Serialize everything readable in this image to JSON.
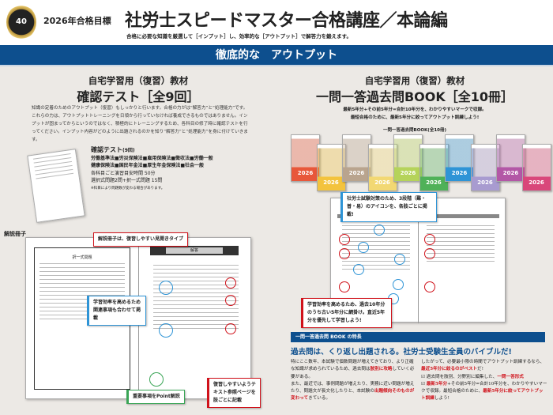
{
  "header": {
    "badge": "40",
    "target": "2026年合格目標",
    "title": "社労士スピードマスター合格講座／本論編",
    "subtitle": "合格に必要な知識を厳選して［インプット］し、効率的な［アウトプット］で解答力を鍛えます。"
  },
  "banner": "徹底的な　アウトプット",
  "left": {
    "kicker": "自宅学習用（復習）教材",
    "title": "確認テスト［全9回］",
    "description": "知識の定着のためのアウトプット（復習）もしっかりと行います。合格の力がは“解答力”と“処理能力”です。これらの力は、アウトプットトレーニングを日頃から行っていなければ養成できるものではありません。インプットが固まってからというのではなく、積極的にトレーニングするため、各科目の修了時に確認テストを行ってください。インプット内容がどのように出題されるのかを知り“解答力”と“処理能力”を身に付けていきます。",
    "details": {
      "heading": "確認テスト",
      "count": "(9回)",
      "lines": [
        "労働基準法■労災保険法■雇用保険法■徴収法■労働一般",
        "健康保険法■国民年金法■厚生年金保険法■社会一般",
        "各科目ごと演習目安時間 50分",
        "選択式問題2問+択一式問題 15問"
      ],
      "note": "※科目により問題数が変わる場合があります。"
    },
    "booklet_label": "解説冊子",
    "callouts": [
      "解説冊子は、復習しやすい見開きタイプ",
      "学習効率を高めるため関連事項も合わせて掲載",
      "重要事項をPoint解説",
      "復習しやすいようテキスト参照ページを肢ごとに記載"
    ],
    "page_header": "択一式問題",
    "page_header_right": "解答"
  },
  "right": {
    "kicker": "自宅学習用（復習）教材",
    "title": "一問一答過去問BOOK［全10冊］",
    "lines": [
      "最新5年分+その前5年分=合計10年分を、わかりやすいマークで収録。",
      "最短合格のために、最新5年分に絞ってアウトプット訓練しよう!"
    ],
    "books_caption": "一問一答過去問BOOK(全10冊)",
    "books": [
      {
        "color": "#e8573a"
      },
      {
        "color": "#f3c33d"
      },
      {
        "color": "#b9a48e"
      },
      {
        "color": "#f2d873"
      },
      {
        "color": "#b5d35a"
      },
      {
        "color": "#4fb158"
      },
      {
        "color": "#2e94d6"
      },
      {
        "color": "#a89bd0"
      },
      {
        "color": "#b357a6"
      },
      {
        "color": "#d9477a"
      }
    ],
    "book_year": "2026",
    "callouts": [
      "社労士試験対策のため、3段階（難・普・易）のアイコンを、各肢ごとに掲載!",
      "学習効率を高めるため、過去10年分のうち古い5年分に網掛け。直近5年分を優先して学習しよう!"
    ],
    "features": {
      "bar": "一問一答過去問 BOOK の特長",
      "headline": "過去問は、くり返し出題される。社労士受験生全員のバイブルだ!",
      "col1": [
        "特にここ数年、本試験で個数問題が増えてきており、より正確な知識が求められているため、過去問は",
        "肢別に攻略",
        "していく必要がある。",
        "また、最近では、事例問題が増えたり、実務に近い問題が増えたり、問題文が長文化したりと、本試験の",
        "出題傾向そのものが変わって",
        "きている。"
      ],
      "col2": [
        "したがって、必要最小限の時間でアウトプット訓練するなら、",
        "最近5年分に絞るのがベスト",
        "だ!"
      ],
      "checks": [
        [
          "過去問を肢別、分野別に編集した、",
          "一問一答形式",
          ""
        ],
        [
          "",
          "最新5年分",
          "+その前5年分=合計10年分を、わかりやすいマークで収録。最短合格のために、"
        ],
        [
          "",
          "最新5年分に絞ってアウトプット訓練",
          "しよう!"
        ]
      ]
    }
  },
  "colors": {
    "blue": "#0d4f8e",
    "red": "#d0121b",
    "accent_blue": "#2e94d6",
    "green": "#3aa556"
  }
}
